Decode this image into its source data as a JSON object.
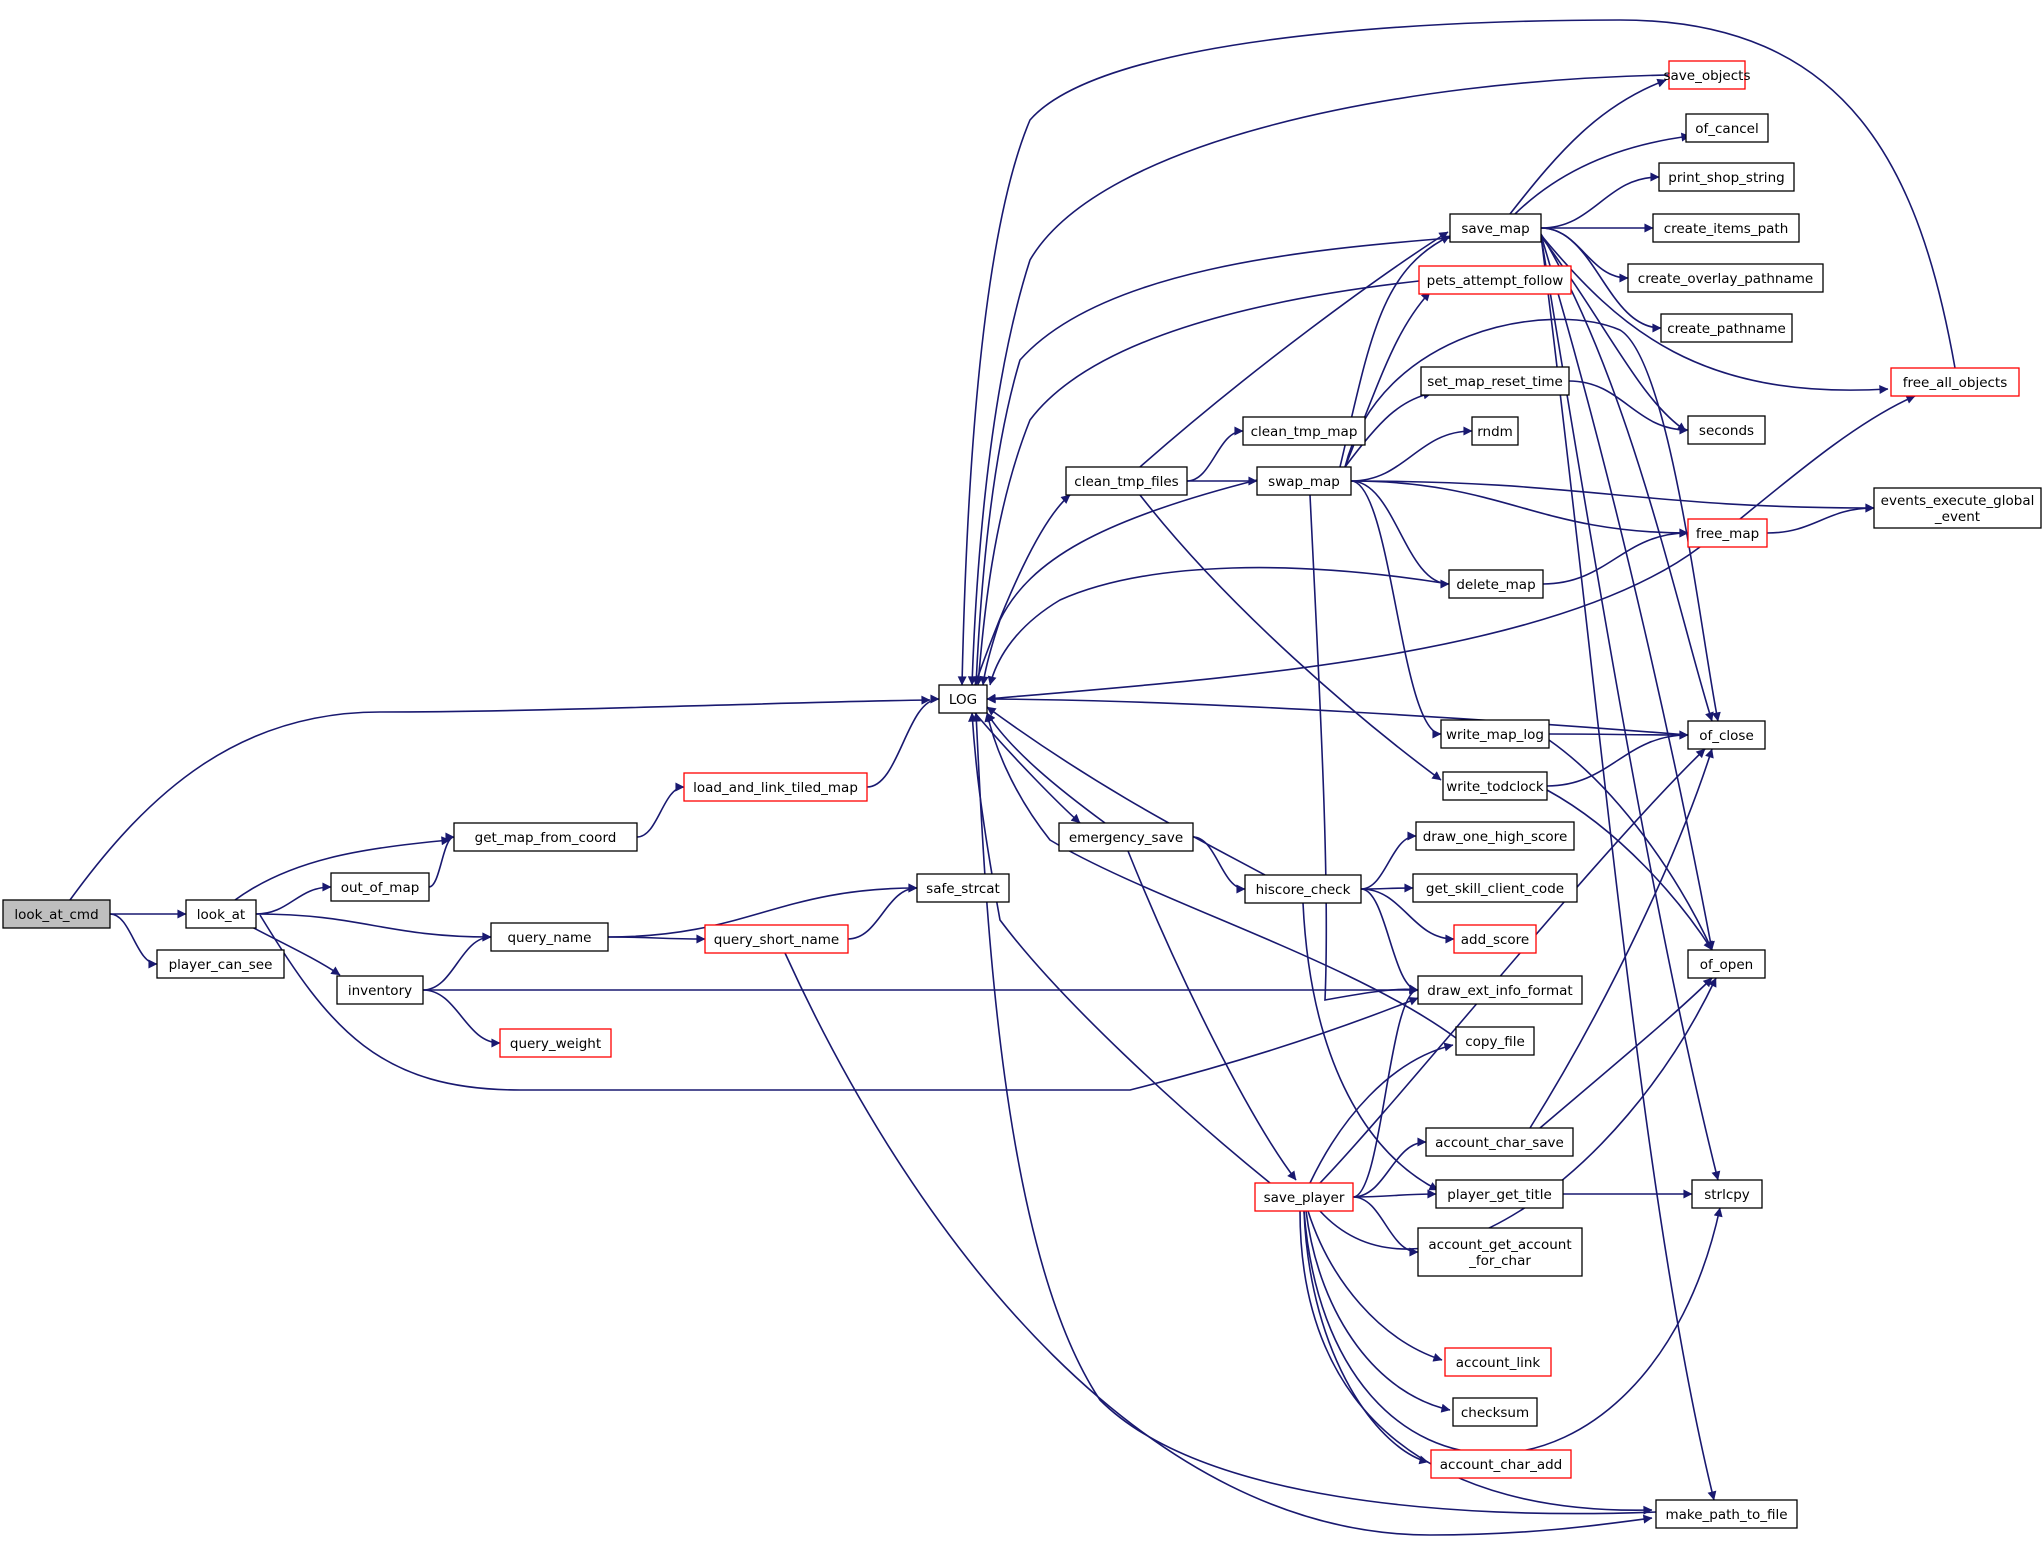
{
  "graph": {
    "colors": {
      "edge": "#191970",
      "node_border": "#000000",
      "node_border_incomplete": "#ff0000",
      "root_fill": "#bfbfbf",
      "node_fill": "#ffffff"
    },
    "nodes": [
      {
        "id": "look_at_cmd",
        "label": [
          "look_at_cmd"
        ],
        "border": "black",
        "root": true
      },
      {
        "id": "look_at",
        "label": [
          "look_at"
        ],
        "border": "black"
      },
      {
        "id": "player_can_see",
        "label": [
          "player_can_see"
        ],
        "border": "black"
      },
      {
        "id": "LOG",
        "label": [
          "LOG"
        ],
        "border": "black"
      },
      {
        "id": "get_map_from_coord",
        "label": [
          "get_map_from_coord"
        ],
        "border": "black"
      },
      {
        "id": "out_of_map",
        "label": [
          "out_of_map"
        ],
        "border": "black"
      },
      {
        "id": "query_name",
        "label": [
          "query_name"
        ],
        "border": "black"
      },
      {
        "id": "inventory",
        "label": [
          "inventory"
        ],
        "border": "black"
      },
      {
        "id": "query_weight",
        "label": [
          "query_weight"
        ],
        "border": "red"
      },
      {
        "id": "load_and_link_tiled_map",
        "label": [
          "load_and_link_tiled_map"
        ],
        "border": "red"
      },
      {
        "id": "safe_strcat",
        "label": [
          "safe_strcat"
        ],
        "border": "black"
      },
      {
        "id": "query_short_name",
        "label": [
          "query_short_name"
        ],
        "border": "red"
      },
      {
        "id": "clean_tmp_files",
        "label": [
          "clean_tmp_files"
        ],
        "border": "black"
      },
      {
        "id": "emergency_save",
        "label": [
          "emergency_save"
        ],
        "border": "black"
      },
      {
        "id": "clean_tmp_map",
        "label": [
          "clean_tmp_map"
        ],
        "border": "black"
      },
      {
        "id": "swap_map",
        "label": [
          "swap_map"
        ],
        "border": "black"
      },
      {
        "id": "hiscore_check",
        "label": [
          "hiscore_check"
        ],
        "border": "black"
      },
      {
        "id": "save_player",
        "label": [
          "save_player"
        ],
        "border": "red"
      },
      {
        "id": "save_map",
        "label": [
          "save_map"
        ],
        "border": "black"
      },
      {
        "id": "pets_attempt_follow",
        "label": [
          "pets_attempt_follow"
        ],
        "border": "red"
      },
      {
        "id": "set_map_reset_time",
        "label": [
          "set_map_reset_time"
        ],
        "border": "black"
      },
      {
        "id": "rndm",
        "label": [
          "rndm"
        ],
        "border": "black"
      },
      {
        "id": "delete_map",
        "label": [
          "delete_map"
        ],
        "border": "black"
      },
      {
        "id": "write_map_log",
        "label": [
          "write_map_log"
        ],
        "border": "black"
      },
      {
        "id": "write_todclock",
        "label": [
          "write_todclock"
        ],
        "border": "black"
      },
      {
        "id": "draw_one_high_score",
        "label": [
          "draw_one_high_score"
        ],
        "border": "black"
      },
      {
        "id": "get_skill_client_code",
        "label": [
          "get_skill_client_code"
        ],
        "border": "black"
      },
      {
        "id": "add_score",
        "label": [
          "add_score"
        ],
        "border": "red"
      },
      {
        "id": "draw_ext_info_format",
        "label": [
          "draw_ext_info_format"
        ],
        "border": "black"
      },
      {
        "id": "copy_file",
        "label": [
          "copy_file"
        ],
        "border": "black"
      },
      {
        "id": "account_char_save",
        "label": [
          "account_char_save"
        ],
        "border": "black"
      },
      {
        "id": "player_get_title",
        "label": [
          "player_get_title"
        ],
        "border": "black"
      },
      {
        "id": "account_get_account_for_char",
        "label": [
          "account_get_account",
          "_for_char"
        ],
        "border": "black"
      },
      {
        "id": "account_link",
        "label": [
          "account_link"
        ],
        "border": "red"
      },
      {
        "id": "checksum",
        "label": [
          "checksum"
        ],
        "border": "black"
      },
      {
        "id": "account_char_add",
        "label": [
          "account_char_add"
        ],
        "border": "red"
      },
      {
        "id": "save_objects",
        "label": [
          "save_objects"
        ],
        "border": "red"
      },
      {
        "id": "of_cancel",
        "label": [
          "of_cancel"
        ],
        "border": "black"
      },
      {
        "id": "print_shop_string",
        "label": [
          "print_shop_string"
        ],
        "border": "black"
      },
      {
        "id": "create_items_path",
        "label": [
          "create_items_path"
        ],
        "border": "black"
      },
      {
        "id": "create_overlay_pathname",
        "label": [
          "create_overlay_pathname"
        ],
        "border": "black"
      },
      {
        "id": "create_pathname",
        "label": [
          "create_pathname"
        ],
        "border": "black"
      },
      {
        "id": "seconds",
        "label": [
          "seconds"
        ],
        "border": "black"
      },
      {
        "id": "free_map",
        "label": [
          "free_map"
        ],
        "border": "red"
      },
      {
        "id": "of_close",
        "label": [
          "of_close"
        ],
        "border": "black"
      },
      {
        "id": "of_open",
        "label": [
          "of_open"
        ],
        "border": "black"
      },
      {
        "id": "strlcpy",
        "label": [
          "strlcpy"
        ],
        "border": "black"
      },
      {
        "id": "make_path_to_file",
        "label": [
          "make_path_to_file"
        ],
        "border": "black"
      },
      {
        "id": "free_all_objects",
        "label": [
          "free_all_objects"
        ],
        "border": "red"
      },
      {
        "id": "events_execute_global_event",
        "label": [
          "events_execute_global",
          "_event"
        ],
        "border": "black"
      }
    ],
    "edges": [
      {
        "from": "look_at_cmd",
        "to": "look_at"
      },
      {
        "from": "look_at_cmd",
        "to": "player_can_see"
      },
      {
        "from": "look_at_cmd",
        "to": "LOG"
      },
      {
        "from": "look_at",
        "to": "get_map_from_coord"
      },
      {
        "from": "look_at",
        "to": "out_of_map"
      },
      {
        "from": "look_at",
        "to": "query_name"
      },
      {
        "from": "look_at",
        "to": "inventory"
      },
      {
        "from": "look_at",
        "to": "draw_ext_info_format"
      },
      {
        "from": "out_of_map",
        "to": "get_map_from_coord"
      },
      {
        "from": "get_map_from_coord",
        "to": "load_and_link_tiled_map"
      },
      {
        "from": "load_and_link_tiled_map",
        "to": "LOG"
      },
      {
        "from": "inventory",
        "to": "query_name"
      },
      {
        "from": "inventory",
        "to": "query_weight"
      },
      {
        "from": "inventory",
        "to": "draw_ext_info_format"
      },
      {
        "from": "query_name",
        "to": "safe_strcat"
      },
      {
        "from": "query_name",
        "to": "query_short_name"
      },
      {
        "from": "query_short_name",
        "to": "safe_strcat"
      },
      {
        "from": "query_short_name",
        "to": "make_path_to_file"
      },
      {
        "from": "LOG",
        "to": "clean_tmp_files"
      },
      {
        "from": "LOG",
        "to": "emergency_save"
      },
      {
        "from": "emergency_save",
        "to": "LOG"
      },
      {
        "from": "emergency_save",
        "to": "hiscore_check"
      },
      {
        "from": "emergency_save",
        "to": "save_player"
      },
      {
        "from": "clean_tmp_files",
        "to": "clean_tmp_map"
      },
      {
        "from": "clean_tmp_files",
        "to": "swap_map"
      },
      {
        "from": "clean_tmp_files",
        "to": "save_map"
      },
      {
        "from": "clean_tmp_files",
        "to": "write_todclock"
      },
      {
        "from": "swap_map",
        "to": "LOG"
      },
      {
        "from": "swap_map",
        "to": "save_map"
      },
      {
        "from": "swap_map",
        "to": "pets_attempt_follow"
      },
      {
        "from": "swap_map",
        "to": "set_map_reset_time"
      },
      {
        "from": "swap_map",
        "to": "rndm"
      },
      {
        "from": "swap_map",
        "to": "events_execute_global_event"
      },
      {
        "from": "swap_map",
        "to": "free_map"
      },
      {
        "from": "swap_map",
        "to": "delete_map"
      },
      {
        "from": "swap_map",
        "to": "write_map_log"
      },
      {
        "from": "swap_map",
        "to": "draw_ext_info_format"
      },
      {
        "from": "swap_map",
        "to": "of_close"
      },
      {
        "from": "save_map",
        "to": "LOG"
      },
      {
        "from": "save_map",
        "to": "save_objects"
      },
      {
        "from": "save_map",
        "to": "of_cancel"
      },
      {
        "from": "save_map",
        "to": "print_shop_string"
      },
      {
        "from": "save_map",
        "to": "create_items_path"
      },
      {
        "from": "save_map",
        "to": "create_overlay_pathname"
      },
      {
        "from": "save_map",
        "to": "create_pathname"
      },
      {
        "from": "save_map",
        "to": "free_all_objects"
      },
      {
        "from": "save_map",
        "to": "seconds"
      },
      {
        "from": "save_map",
        "to": "of_close"
      },
      {
        "from": "save_map",
        "to": "of_open"
      },
      {
        "from": "save_map",
        "to": "strlcpy"
      },
      {
        "from": "save_map",
        "to": "make_path_to_file"
      },
      {
        "from": "save_objects",
        "to": "LOG"
      },
      {
        "from": "pets_attempt_follow",
        "to": "LOG"
      },
      {
        "from": "set_map_reset_time",
        "to": "seconds"
      },
      {
        "from": "delete_map",
        "to": "LOG"
      },
      {
        "from": "delete_map",
        "to": "free_map"
      },
      {
        "from": "free_map",
        "to": "LOG"
      },
      {
        "from": "free_map",
        "to": "free_all_objects"
      },
      {
        "from": "free_map",
        "to": "events_execute_global_event"
      },
      {
        "from": "free_all_objects",
        "to": "LOG"
      },
      {
        "from": "write_map_log",
        "to": "of_close"
      },
      {
        "from": "write_map_log",
        "to": "of_open"
      },
      {
        "from": "write_todclock",
        "to": "of_close"
      },
      {
        "from": "write_todclock",
        "to": "of_open"
      },
      {
        "from": "of_close",
        "to": "LOG"
      },
      {
        "from": "hiscore_check",
        "to": "LOG"
      },
      {
        "from": "hiscore_check",
        "to": "draw_one_high_score"
      },
      {
        "from": "hiscore_check",
        "to": "get_skill_client_code"
      },
      {
        "from": "hiscore_check",
        "to": "add_score"
      },
      {
        "from": "hiscore_check",
        "to": "draw_ext_info_format"
      },
      {
        "from": "hiscore_check",
        "to": "player_get_title"
      },
      {
        "from": "copy_file",
        "to": "LOG"
      },
      {
        "from": "save_player",
        "to": "LOG"
      },
      {
        "from": "save_player",
        "to": "draw_ext_info_format"
      },
      {
        "from": "save_player",
        "to": "copy_file"
      },
      {
        "from": "save_player",
        "to": "account_char_save"
      },
      {
        "from": "save_player",
        "to": "player_get_title"
      },
      {
        "from": "save_player",
        "to": "account_get_account_for_char"
      },
      {
        "from": "save_player",
        "to": "account_link"
      },
      {
        "from": "save_player",
        "to": "checksum"
      },
      {
        "from": "save_player",
        "to": "account_char_add"
      },
      {
        "from": "save_player",
        "to": "make_path_to_file"
      },
      {
        "from": "save_player",
        "to": "of_close"
      },
      {
        "from": "save_player",
        "to": "of_open"
      },
      {
        "from": "save_player",
        "to": "strlcpy"
      },
      {
        "from": "account_char_save",
        "to": "of_close"
      },
      {
        "from": "account_char_save",
        "to": "of_open"
      },
      {
        "from": "player_get_title",
        "to": "strlcpy"
      },
      {
        "from": "make_path_to_file",
        "to": "LOG"
      }
    ]
  }
}
